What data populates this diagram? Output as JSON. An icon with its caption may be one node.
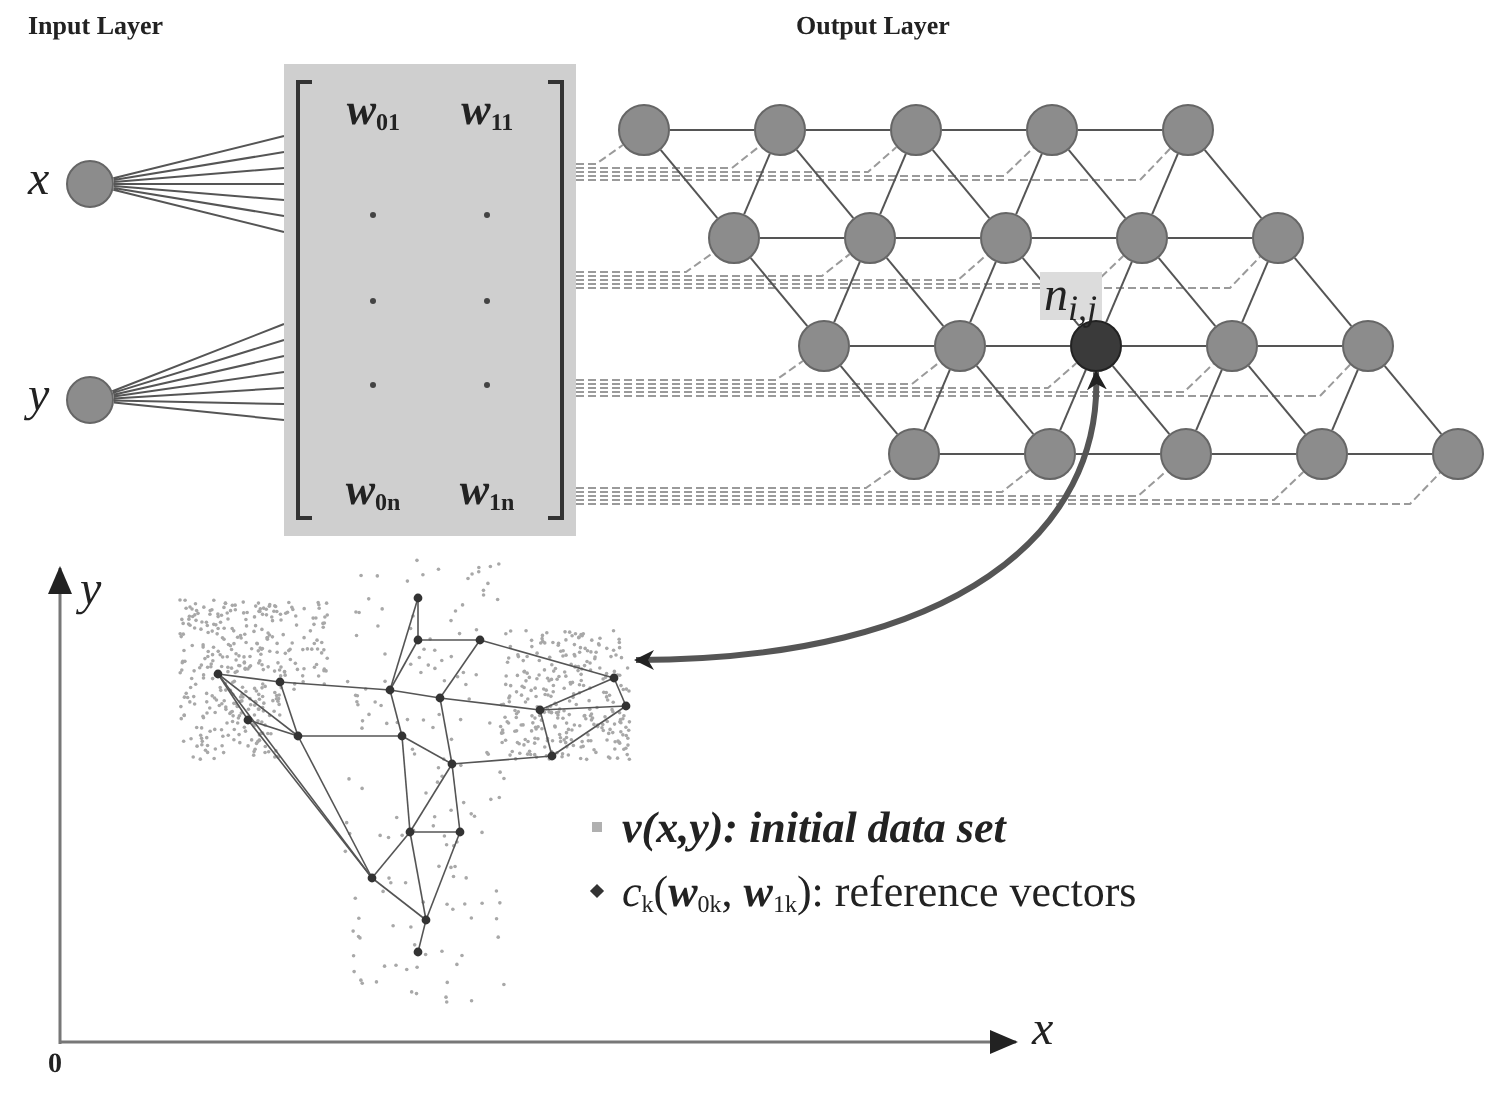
{
  "diagram": {
    "nodes": [
      {
        "text": [],
        "shape": "circle",
        "beside": [
          "x"
        ]
      },
      {
        "text": [],
        "shape": "circle",
        "beside": [
          "y"
        ]
      },
      {
        "text": [
          "w$_{01}$",
          "w$_{11}$",
          "w$_{0n}$",
          "w$_{1n}$"
        ]
      },
      {
        "text": [],
        "shape": "circle"
      },
      {
        "text": [],
        "shape": "circle"
      },
      {
        "text": [],
        "shape": "circle"
      },
      {
        "text": [],
        "shape": "circle"
      },
      {
        "text": [],
        "shape": "circle"
      },
      {
        "text": [],
        "shape": "circle"
      },
      {
        "text": [],
        "shape": "circle"
      },
      {
        "text": [],
        "shape": "circle"
      },
      {
        "text": [],
        "shape": "circle"
      },
      {
        "text": [],
        "shape": "circle"
      },
      {
        "text": [],
        "shape": "circle"
      },
      {
        "text": [],
        "shape": "circle"
      },
      {
        "text": [],
        "shape": "circle",
        "beside": [
          "n$_{i,j}$"
        ]
      },
      {
        "text": [],
        "shape": "circle"
      },
      {
        "text": [],
        "shape": "circle"
      },
      {
        "text": [],
        "shape": "circle"
      },
      {
        "text": [],
        "shape": "circle"
      },
      {
        "text": [],
        "shape": "circle"
      },
      {
        "text": [],
        "shape": "circle"
      },
      {
        "text": [],
        "shape": "circle"
      },
      {
        "text": [],
        "shape": "picture"
      }
    ],
    "edges": [
      {
        "from": 0,
        "to": 2,
        "arrow": "none"
      },
      {
        "from": 1,
        "to": 2,
        "arrow": "none"
      },
      {
        "from": 2,
        "to": 3,
        "arrow": "none",
        "style": "dashed",
        "color": "#9a9a9a"
      },
      {
        "from": 2,
        "to": 4,
        "arrow": "none",
        "style": "dashed",
        "color": "#9a9a9a"
      },
      {
        "from": 2,
        "to": 5,
        "arrow": "none",
        "style": "dashed",
        "color": "#9a9a9a"
      },
      {
        "from": 2,
        "to": 6,
        "arrow": "none",
        "style": "dashed",
        "color": "#9a9a9a"
      },
      {
        "from": 2,
        "to": 7,
        "arrow": "none",
        "style": "dashed",
        "color": "#9a9a9a"
      },
      {
        "from": 2,
        "to": 8,
        "arrow": "none",
        "style": "dashed",
        "color": "#9a9a9a"
      },
      {
        "from": 2,
        "to": 9,
        "arrow": "none",
        "style": "dashed",
        "color": "#9a9a9a"
      },
      {
        "from": 2,
        "to": 10,
        "arrow": "none",
        "style": "dashed",
        "color": "#9a9a9a"
      },
      {
        "from": 2,
        "to": 11,
        "arrow": "none",
        "style": "dashed",
        "color": "#9a9a9a"
      },
      {
        "from": 2,
        "to": 12,
        "arrow": "none",
        "style": "dashed",
        "color": "#9a9a9a"
      },
      {
        "from": 2,
        "to": 13,
        "arrow": "none",
        "style": "dashed",
        "color": "#9a9a9a"
      },
      {
        "from": 2,
        "to": 14,
        "arrow": "none",
        "style": "dashed",
        "color": "#9a9a9a"
      },
      {
        "from": 2,
        "to": 15,
        "arrow": "none",
        "style": "dashed",
        "color": "#9a9a9a"
      },
      {
        "from": 2,
        "to": 16,
        "arrow": "none",
        "style": "dashed",
        "color": "#9a9a9a"
      },
      {
        "from": 2,
        "to": 17,
        "arrow": "none",
        "style": "dashed",
        "color": "#9a9a9a"
      },
      {
        "from": 2,
        "to": 18,
        "arrow": "none",
        "style": "dashed",
        "color": "#9a9a9a"
      },
      {
        "from": 2,
        "to": 19,
        "arrow": "none",
        "style": "dashed",
        "color": "#9a9a9a"
      },
      {
        "from": 2,
        "to": 20,
        "arrow": "none",
        "style": "dashed",
        "color": "#9a9a9a"
      },
      {
        "from": 2,
        "to": 21,
        "arrow": "none",
        "style": "dashed",
        "color": "#9a9a9a"
      },
      {
        "from": 2,
        "to": 22,
        "arrow": "none",
        "style": "dashed",
        "color": "#9a9a9a"
      },
      {
        "from": 3,
        "to": 4,
        "arrow": "none"
      },
      {
        "from": 4,
        "to": 5,
        "arrow": "none"
      },
      {
        "from": 5,
        "to": 6,
        "arrow": "none"
      },
      {
        "from": 6,
        "to": 7,
        "arrow": "none"
      },
      {
        "from": 8,
        "to": 9,
        "arrow": "none"
      },
      {
        "from": 9,
        "to": 10,
        "arrow": "none"
      },
      {
        "from": 10,
        "to": 11,
        "arrow": "none"
      },
      {
        "from": 11,
        "to": 12,
        "arrow": "none"
      },
      {
        "from": 13,
        "to": 14,
        "arrow": "none"
      },
      {
        "from": 14,
        "to": 15,
        "arrow": "none"
      },
      {
        "from": 15,
        "to": 16,
        "arrow": "none"
      },
      {
        "from": 16,
        "to": 17,
        "arrow": "none"
      },
      {
        "from": 18,
        "to": 19,
        "arrow": "none"
      },
      {
        "from": 19,
        "to": 20,
        "arrow": "none"
      },
      {
        "from": 20,
        "to": 21,
        "arrow": "none"
      },
      {
        "from": 21,
        "to": 22,
        "arrow": "none"
      },
      {
        "from": 3,
        "to": 8,
        "arrow": "none"
      },
      {
        "from": 4,
        "to": 9,
        "arrow": "none"
      },
      {
        "from": 5,
        "to": 10,
        "arrow": "none"
      },
      {
        "from": 6,
        "to": 11,
        "arrow": "none"
      },
      {
        "from": 7,
        "to": 12,
        "arrow": "none"
      },
      {
        "from": 8,
        "to": 13,
        "arrow": "none"
      },
      {
        "from": 9,
        "to": 14,
        "arrow": "none"
      },
      {
        "from": 10,
        "to": 15,
        "arrow": "none"
      },
      {
        "from": 11,
        "to": 16,
        "arrow": "none"
      },
      {
        "from": 12,
        "to": 17,
        "arrow": "none"
      },
      {
        "from": 13,
        "to": 18,
        "arrow": "none"
      },
      {
        "from": 14,
        "to": 19,
        "arrow": "none"
      },
      {
        "from": 15,
        "to": 20,
        "arrow": "none"
      },
      {
        "from": 16,
        "to": 21,
        "arrow": "none"
      },
      {
        "from": 17,
        "to": 22,
        "arrow": "none"
      },
      {
        "from": 4,
        "to": 8,
        "arrow": "none"
      },
      {
        "from": 5,
        "to": 9,
        "arrow": "none"
      },
      {
        "from": 6,
        "to": 10,
        "arrow": "none"
      },
      {
        "from": 7,
        "to": 11,
        "arrow": "none"
      },
      {
        "from": 9,
        "to": 13,
        "arrow": "none"
      },
      {
        "from": 10,
        "to": 14,
        "arrow": "none"
      },
      {
        "from": 11,
        "to": 15,
        "arrow": "none"
      },
      {
        "from": 12,
        "to": 16,
        "arrow": "none"
      },
      {
        "from": 14,
        "to": 18,
        "arrow": "none"
      },
      {
        "from": 15,
        "to": 19,
        "arrow": "none"
      },
      {
        "from": 16,
        "to": 20,
        "arrow": "none"
      },
      {
        "from": 17,
        "to": 21,
        "arrow": "none"
      },
      {
        "from": 15,
        "to": 23,
        "arrow": "both",
        "style": "thick"
      }
    ],
    "labels": [
      "Input Layer",
      "Output Layer",
      "y",
      "x",
      "0"
    ],
    "legend": [
      {
        "text": "v(x,y): initial data set"
      },
      {
        "text": "*c*$_{k}$(**w**$_{0k}$, **w**$_{1k}$): reference vectors"
      }
    ]
  }
}
